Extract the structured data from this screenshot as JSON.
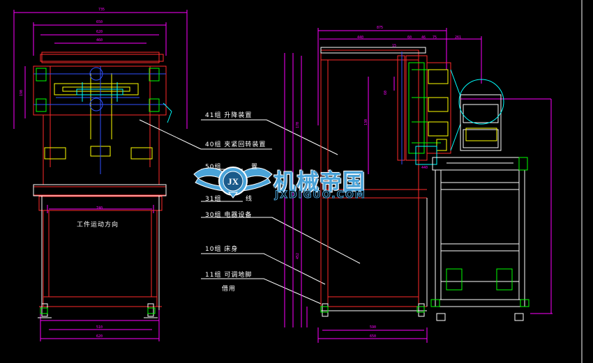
{
  "callouts": [
    "41组 升降装置",
    "40组 夹紧回转装置",
    "50组",
    "31组",
    "30组 电器设备",
    "10组 床身",
    "11组 可调地脚",
    "借用"
  ],
  "callout_frag_tail_50": "置",
  "callout_frag_tail_31": "线",
  "flow_label": "工件运动方向",
  "watermark": {
    "logo_letters": "JX",
    "title": "机械帝国",
    "url": "JXDIGUO.COM"
  },
  "dims": {
    "front_top": "735",
    "front_2": "650",
    "front_3": "620",
    "front_4": "460",
    "front_side": "190",
    "front_mid": "740",
    "front_bot1": "510",
    "front_bot2": "620",
    "side_top": "875",
    "side_a": "440",
    "side_b": "60",
    "side_c": "46",
    "side_d": "75",
    "side_e": "261",
    "side_f": "15",
    "side_g": "130",
    "side_v1": "170",
    "side_v2": "452",
    "side_bot1": "590",
    "side_bot2": "650",
    "side_small": "60",
    "side_small2": "440"
  },
  "colors": {
    "background": "#000000",
    "red": "#ff2a2a",
    "magenta": "#ff00ff",
    "white": "#ffffff",
    "yellow": "#ffff00",
    "cyan": "#00ffff",
    "blue": "#3050ff",
    "green": "#00ff00"
  }
}
